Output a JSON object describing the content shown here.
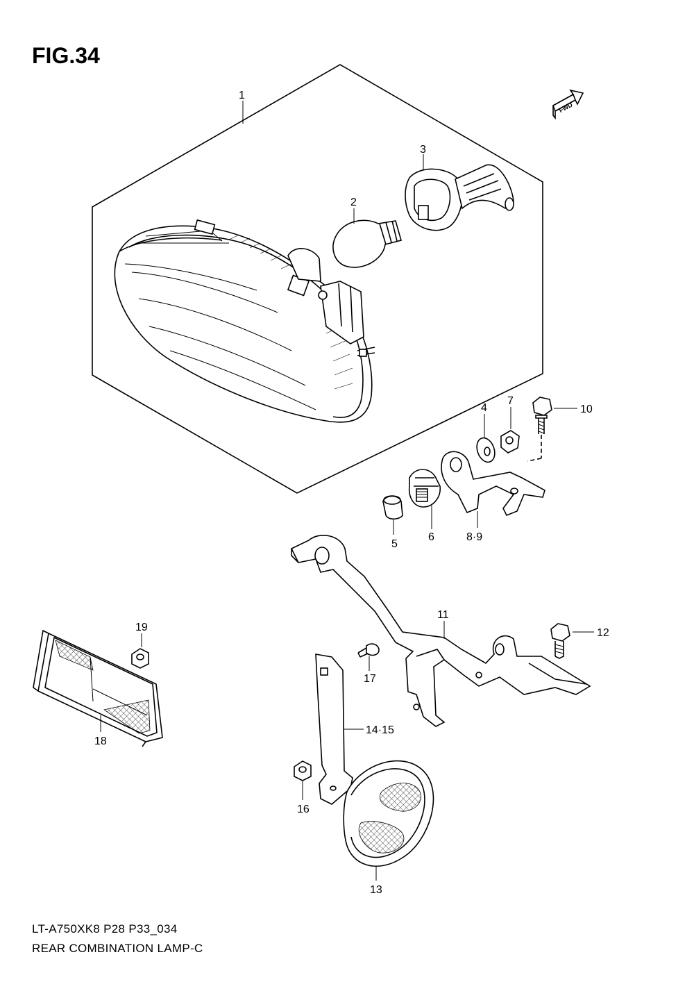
{
  "figure": {
    "title": "FIG.34",
    "fwd_label": "FWD"
  },
  "footer": {
    "code": "LT-A750XK8 P28 P33_034",
    "name": "REAR COMBINATION LAMP-C"
  },
  "callouts": {
    "c1": "1",
    "c2": "2",
    "c3": "3",
    "c4": "4",
    "c5": "5",
    "c6": "6",
    "c7": "7",
    "c8_9": "8·9",
    "c10": "10",
    "c11": "11",
    "c12": "12",
    "c13": "13",
    "c14_15": "14·15",
    "c16": "16",
    "c17": "17",
    "c18": "18",
    "c19": "19"
  }
}
